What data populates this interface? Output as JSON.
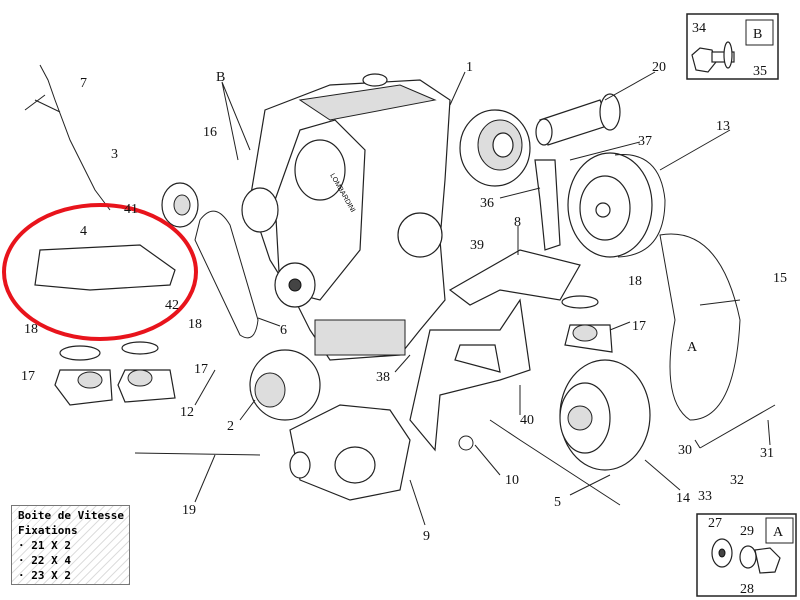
{
  "legend": {
    "title": "Boite de Vitesse",
    "subtitle": "Fixations",
    "items": [
      "· 21 X 2",
      "· 22 X 4",
      "· 23 X 2"
    ]
  },
  "detail_b": {
    "tag": "B",
    "parts": [
      "34",
      "35"
    ]
  },
  "detail_a": {
    "tag": "A",
    "parts": [
      "27",
      "29",
      "28"
    ]
  },
  "callouts": {
    "p1": "1",
    "p2": "2",
    "p3": "3",
    "p4": "4",
    "p5": "5",
    "p6": "6",
    "p7": "7",
    "p8": "8",
    "p9": "9",
    "p10": "10",
    "p12": "12",
    "p13": "13",
    "p14": "14",
    "p15": "15",
    "p16": "16",
    "p17a": "17",
    "p17b": "17",
    "p17c": "17",
    "p18a": "18",
    "p18b": "18",
    "p18c": "18",
    "p19": "19",
    "p20": "20",
    "p30": "30",
    "p31": "31",
    "p32": "32",
    "p33": "33",
    "p36": "36",
    "p37": "37",
    "p38": "38",
    "p39": "39",
    "p40": "40",
    "p41": "41",
    "p42": "42",
    "pA": "A",
    "pB": "B"
  },
  "engine_brand": "LOMBARDINI",
  "highlight_color": "#e8141c"
}
